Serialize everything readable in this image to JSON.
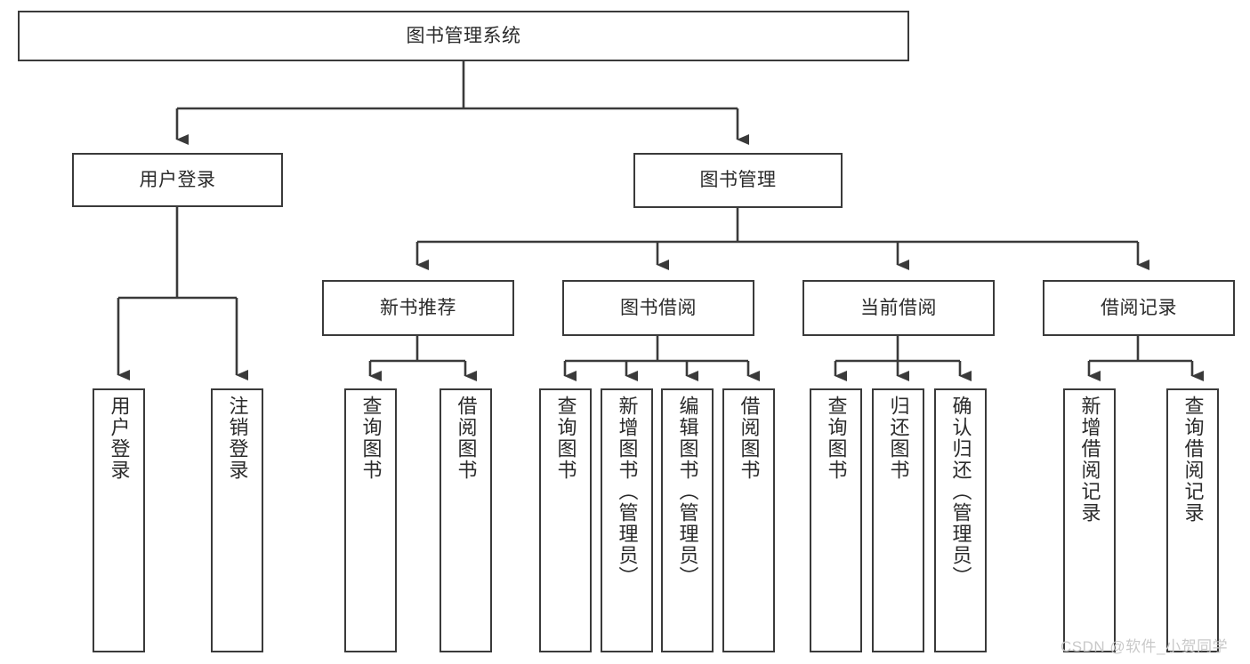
{
  "diagram": {
    "type": "tree-hierarchy-chart",
    "title": "图书管理系统",
    "stroke_color": "#3a3a3a",
    "text_color": "#2b2b2b",
    "background": "#ffffff",
    "root": {
      "label": "图书管理系统"
    },
    "level1": [
      {
        "label": "用户登录"
      },
      {
        "label": "图书管理"
      }
    ],
    "level2": [
      {
        "label": "新书推荐"
      },
      {
        "label": "图书借阅"
      },
      {
        "label": "当前借阅"
      },
      {
        "label": "借阅记录"
      }
    ],
    "leaves": {
      "user_login": [
        {
          "label": "用户登录"
        },
        {
          "label": "注销登录"
        }
      ],
      "new_book_recommend": [
        {
          "label": "查询图书"
        },
        {
          "label": "借阅图书"
        }
      ],
      "book_borrow": [
        {
          "label": "查询图书"
        },
        {
          "label": "新增图书（管理员）"
        },
        {
          "label": "编辑图书（管理员）"
        },
        {
          "label": "借阅图书"
        }
      ],
      "current_borrow": [
        {
          "label": "查询图书"
        },
        {
          "label": "归还图书"
        },
        {
          "label": "确认归还（管理员）"
        }
      ],
      "borrow_record": [
        {
          "label": "新增借阅记录"
        },
        {
          "label": "查询借阅记录"
        }
      ]
    }
  },
  "watermark": {
    "text": "CSDN @软件_小贺同学"
  }
}
